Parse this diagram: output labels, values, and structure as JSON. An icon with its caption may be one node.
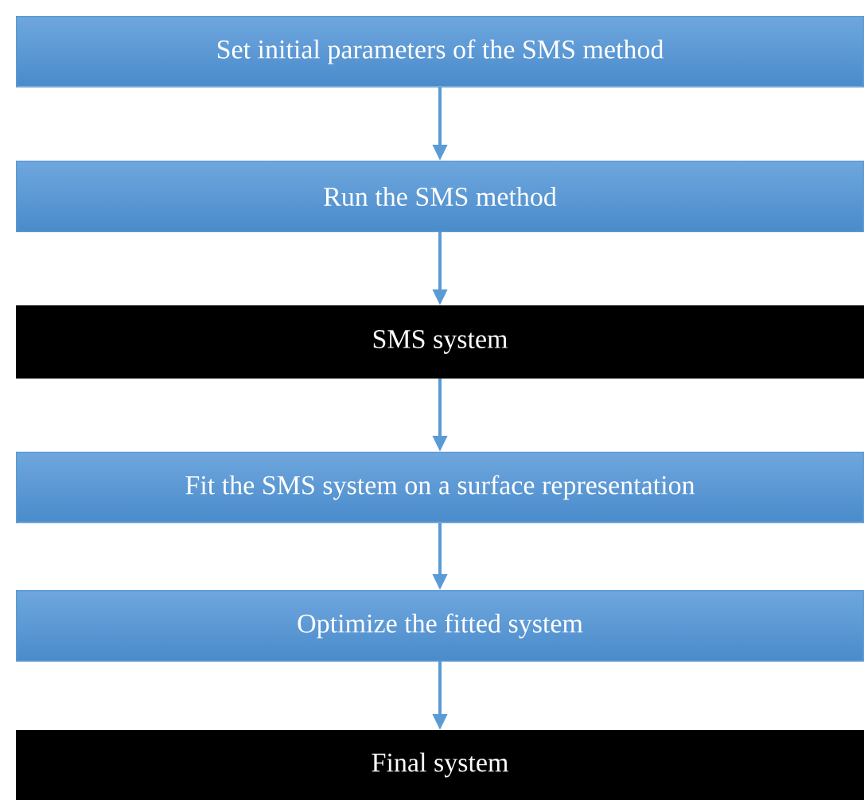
{
  "diagram": {
    "nodes": [
      {
        "text": [
          "Set initial parameters of the SMS method"
        ]
      },
      {
        "text": [
          "Run the SMS method"
        ]
      },
      {
        "text": [
          "SMS system"
        ]
      },
      {
        "text": [
          "Fit the SMS system on a surface representation"
        ]
      },
      {
        "text": [
          "Optimize the fitted system"
        ]
      },
      {
        "text": [
          "Final system"
        ]
      }
    ],
    "edges": [
      {
        "from": 0,
        "to": 1,
        "arrow": "to"
      },
      {
        "from": 1,
        "to": 2,
        "arrow": "to"
      },
      {
        "from": 2,
        "to": 3,
        "arrow": "to"
      },
      {
        "from": 3,
        "to": 4,
        "arrow": "to"
      },
      {
        "from": 4,
        "to": 5,
        "arrow": "to"
      }
    ]
  }
}
